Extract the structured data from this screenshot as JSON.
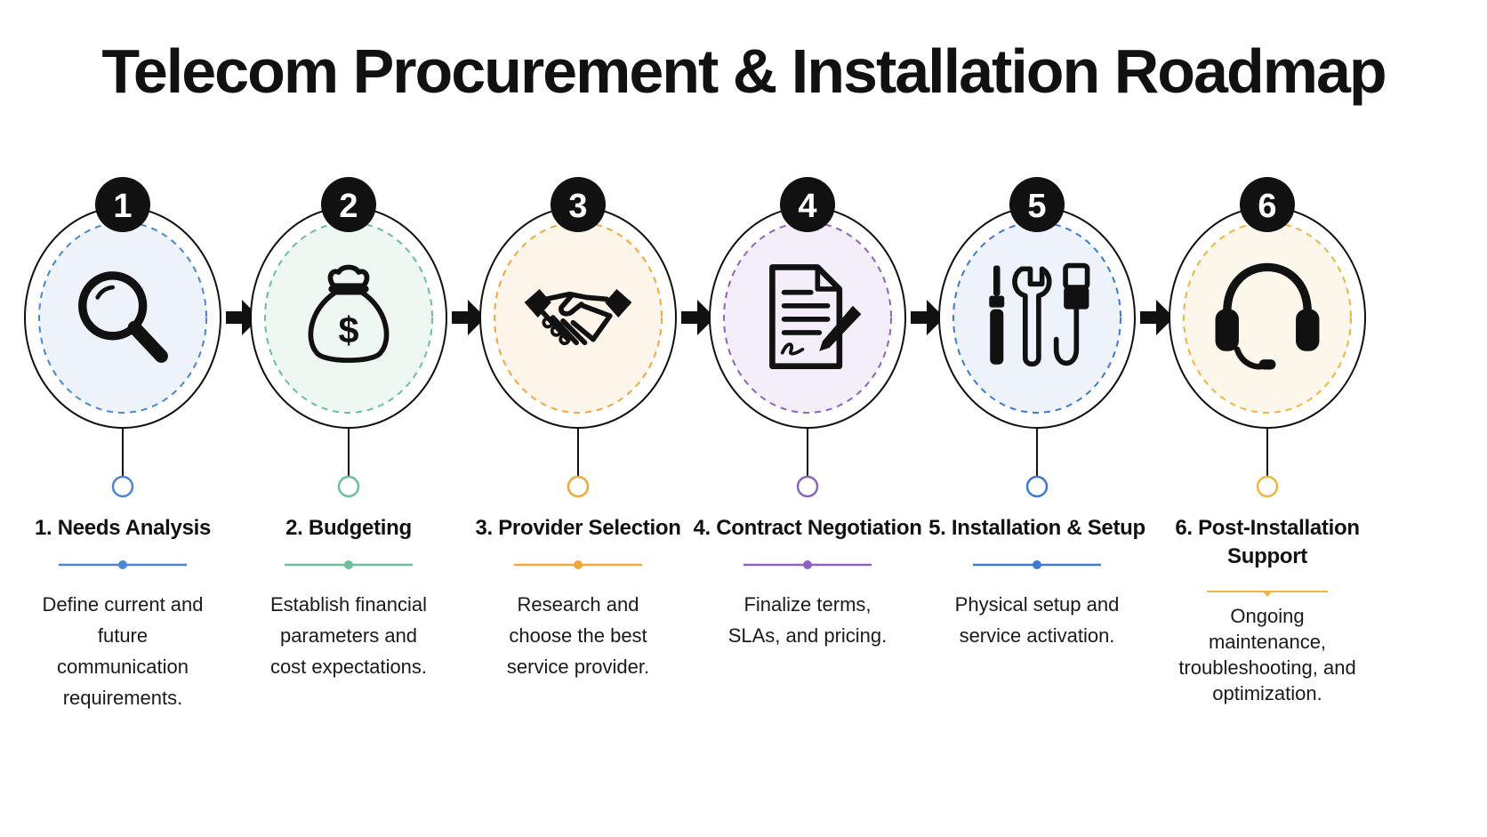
{
  "title": "Telecom Procurement & Installation Roadmap",
  "steps": [
    {
      "number": "1",
      "title": "1. Needs Analysis",
      "description": "Define current and future communication requirements.",
      "icon": "magnifier-icon",
      "accent": "#4a86d4",
      "fill": "#eef3fb"
    },
    {
      "number": "2",
      "title": "2. Budgeting",
      "description": "Establish financial parameters and cost expectations.",
      "icon": "money-bag-icon",
      "accent": "#6bbf9a",
      "fill": "#eef7f1"
    },
    {
      "number": "3",
      "title": "3. Provider Selection",
      "description": "Research and choose the best service provider.",
      "icon": "handshake-icon",
      "accent": "#f2a640",
      "fill": "#fdf5ea"
    },
    {
      "number": "4",
      "title": "4. Contract Negotiation",
      "description": "Finalize terms, SLAs, and pricing.",
      "icon": "contract-icon",
      "accent": "#8c63c0",
      "fill": "#f3eef9"
    },
    {
      "number": "5",
      "title": "5. Installation & Setup",
      "description": "Physical setup and service activation.",
      "icon": "tools-icon",
      "accent": "#3d7ad0",
      "fill": "#eef3fb"
    },
    {
      "number": "6",
      "title": "6. Post-Installation Support",
      "description": "Ongoing maintenance, troubleshooting, and optimization.",
      "icon": "headset-icon",
      "accent": "#f2b342",
      "fill": "#fdf6ea"
    }
  ]
}
